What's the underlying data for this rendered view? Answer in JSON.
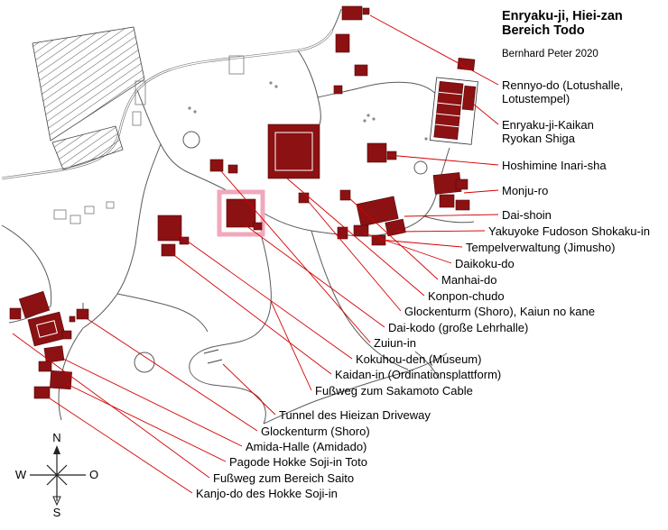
{
  "header": {
    "title_line1": "Enryaku-ji, Hiei-zan",
    "title_line2": "Bereich Todo",
    "credit": "Bernhard Peter 2020"
  },
  "callouts": [
    {
      "name": "rennyo-do",
      "lines": [
        "Rennyo-do (Lotushalle,",
        "Lotustempel)"
      ]
    },
    {
      "name": "enryaku-ji-kaikan",
      "lines": [
        "Enryaku-ji-Kaikan",
        "Ryokan Shiga"
      ]
    },
    {
      "name": "hoshimine-inari-sha",
      "lines": [
        "Hoshimine Inari-sha"
      ]
    },
    {
      "name": "monju-ro",
      "lines": [
        "Monju-ro"
      ]
    },
    {
      "name": "dai-shoin",
      "lines": [
        "Dai-shoin"
      ]
    },
    {
      "name": "yakuyoke-fudoson",
      "lines": [
        "Yakuyoke Fudoson Shokaku-in"
      ]
    },
    {
      "name": "tempelverwaltung",
      "lines": [
        "Tempelverwaltung (Jimusho)"
      ]
    },
    {
      "name": "daikoku-do",
      "lines": [
        "Daikoku-do"
      ]
    },
    {
      "name": "manhai-do",
      "lines": [
        "Manhai-do"
      ]
    },
    {
      "name": "konpon-chudo",
      "lines": [
        "Konpon-chudo"
      ]
    },
    {
      "name": "glockenturm-kaiun",
      "lines": [
        "Glockenturm (Shoro), Kaiun no kane"
      ]
    },
    {
      "name": "dai-kodo",
      "lines": [
        "Dai-kodo (große Lehrhalle)"
      ]
    },
    {
      "name": "zuiun-in",
      "lines": [
        "Zuiun-in"
      ]
    },
    {
      "name": "kokuhou-den",
      "lines": [
        "Kokuhou-den (Museum)"
      ]
    },
    {
      "name": "kaidan-in",
      "lines": [
        "Kaidan-in (Ordinationsplattform)"
      ]
    },
    {
      "name": "fussweg-sakamoto",
      "lines": [
        "Fußweg zum Sakamoto Cable"
      ]
    },
    {
      "name": "tunnel-hieizan",
      "lines": [
        "Tunnel des Hieizan Driveway"
      ]
    },
    {
      "name": "glockenturm-shoro",
      "lines": [
        "Glockenturm (Shoro)"
      ]
    },
    {
      "name": "amida-halle",
      "lines": [
        "Amida-Halle (Amidado)"
      ]
    },
    {
      "name": "pagode-toto",
      "lines": [
        "Pagode Hokke Soji-in Toto"
      ]
    },
    {
      "name": "fussweg-saito",
      "lines": [
        "Fußweg zum Bereich Saito"
      ]
    },
    {
      "name": "kanjo-do",
      "lines": [
        "Kanjo-do des Hokke Soji-in"
      ]
    }
  ],
  "compass": {
    "north": "N",
    "east": "O",
    "south": "S",
    "west": "W"
  },
  "colors": {
    "building_fill": "#8c1113",
    "leader_line": "#d40000",
    "dai_kodo_highlight": "#f0a8bc",
    "road_outline": "#5a5a5a"
  }
}
